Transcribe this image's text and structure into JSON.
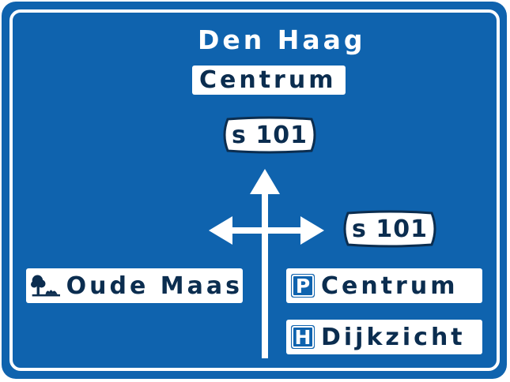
{
  "sign": {
    "destination_top": "Den Haag",
    "panel_top": "Centrum",
    "route_top": "s 101",
    "route_right": "s 101",
    "left_panel": {
      "icon": "park-nature-icon",
      "label": "Oude Maas"
    },
    "right_panel_1": {
      "symbol": "P",
      "label": "Centrum"
    },
    "right_panel_2": {
      "symbol": "H",
      "label": "Dijkzicht"
    }
  },
  "colors": {
    "background": "#0f63ae",
    "panel": "#ffffff",
    "text": "#0b2d4f"
  }
}
